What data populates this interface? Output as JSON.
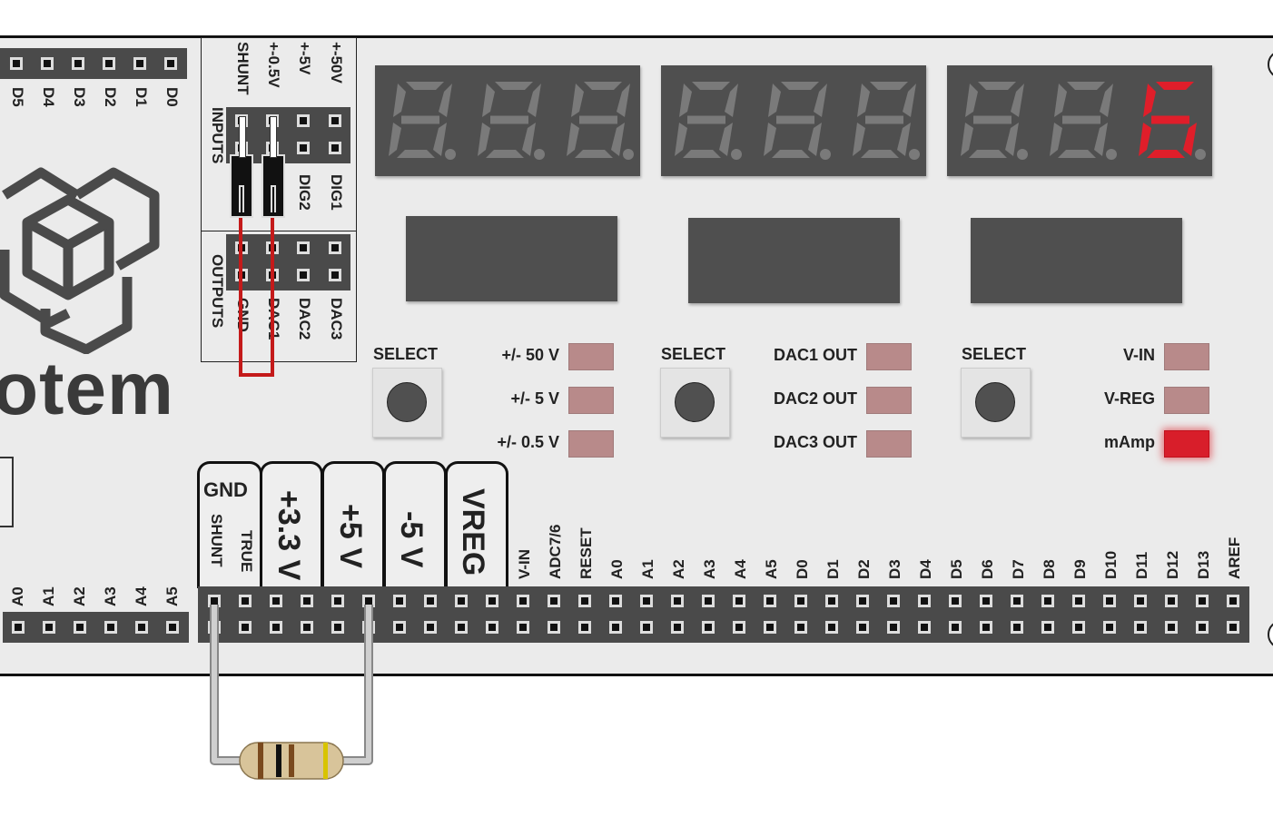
{
  "brand": {
    "text": "otem"
  },
  "top_left_header": {
    "labels": [
      "D5",
      "D4",
      "D3",
      "D2",
      "D1",
      "D0"
    ]
  },
  "jumper_block": {
    "inputs_label": "INPUTS",
    "outputs_label": "OUTPUTS",
    "input_cols": [
      "SHUNT",
      "+-0.5V",
      "+-5V",
      "+-50V"
    ],
    "input_lower": [
      "DIG2",
      "DIG1"
    ],
    "output_lower": [
      "GND",
      "DAC1",
      "DAC2",
      "DAC3"
    ]
  },
  "displays": {
    "lit_digit": "6",
    "lit_color": "#e01e2a",
    "unlit_color": "#7a7a7a"
  },
  "groups": [
    {
      "select_label": "SELECT",
      "rows": [
        {
          "label": "+/- 50 V",
          "on": false
        },
        {
          "label": "+/- 5 V",
          "on": false
        },
        {
          "label": "+/- 0.5 V",
          "on": false
        }
      ]
    },
    {
      "select_label": "SELECT",
      "rows": [
        {
          "label": "DAC1 OUT",
          "on": false
        },
        {
          "label": "DAC2 OUT",
          "on": false
        },
        {
          "label": "DAC3 OUT",
          "on": false
        }
      ]
    },
    {
      "select_label": "SELECT",
      "rows": [
        {
          "label": "V-IN",
          "on": false
        },
        {
          "label": "V-REG",
          "on": false
        },
        {
          "label": "mAmp",
          "on": true
        }
      ]
    }
  ],
  "power_tabs": {
    "gnd": {
      "title": "GND",
      "sub1": "SHUNT",
      "sub2": "TRUE"
    },
    "v33": "+3.3 V",
    "v5": "+5 V",
    "vneg5": "-5 V",
    "vreg": "VREG"
  },
  "bottom_left_header": {
    "labels": [
      "A0",
      "A1",
      "A2",
      "A3",
      "A4",
      "A5"
    ]
  },
  "bottom_header_labels": [
    "V-IN",
    "ADC7/6",
    "RESET",
    "A0",
    "A1",
    "A2",
    "A3",
    "A4",
    "A5",
    "D0",
    "D1",
    "D2",
    "D3",
    "D4",
    "D5",
    "D6",
    "D7",
    "D8",
    "D9",
    "D10",
    "D11",
    "D12",
    "D13",
    "AREF"
  ]
}
